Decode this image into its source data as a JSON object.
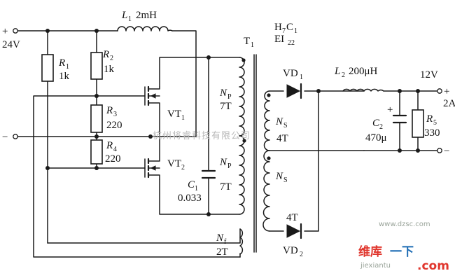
{
  "supply": {
    "plus": "+",
    "minus": "−",
    "voltage": "24V"
  },
  "components": {
    "L1": {
      "ref": "L",
      "sub": "1",
      "value": "2mH"
    },
    "L2": {
      "ref": "L",
      "sub": "2",
      "value": "200μH"
    },
    "R1": {
      "ref": "R",
      "sub": "1",
      "value": "1k"
    },
    "R2": {
      "ref": "R",
      "sub": "2",
      "value": "1k"
    },
    "R3": {
      "ref": "R",
      "sub": "3",
      "value": "220"
    },
    "R4": {
      "ref": "R",
      "sub": "4",
      "value": "220"
    },
    "R5": {
      "ref": "R",
      "sub": "5",
      "value": "330"
    },
    "VT1": {
      "ref": "VT",
      "sub": "1"
    },
    "VT2": {
      "ref": "VT",
      "sub": "2"
    },
    "C1": {
      "ref": "C",
      "sub": "1",
      "value": "0.033"
    },
    "C2": {
      "ref": "C",
      "sub": "2",
      "value": "470μ",
      "polarity": "+"
    },
    "VD1": {
      "ref": "VD",
      "sub": "1"
    },
    "VD2": {
      "ref": "VD",
      "sub": "2"
    }
  },
  "transformer": {
    "ref": "T",
    "sub": "1",
    "core_line1_a": "H",
    "core_line1_sub_a": "7",
    "core_line1_b": "C",
    "core_line1_sub_b": "1",
    "core_line2": "EI",
    "core_line2_sub": "22",
    "np_top": {
      "ref": "N",
      "sub": "P",
      "turns": "7T"
    },
    "np_bottom": {
      "ref": "N",
      "sub": "P",
      "turns": "7T"
    },
    "nf": {
      "ref": "N",
      "sub": "f",
      "turns": "2T"
    },
    "ns_top": {
      "ref": "N",
      "sub": "S",
      "turns": "4T"
    },
    "ns_bottom": {
      "ref": "N",
      "sub": "S",
      "turns": "4T"
    }
  },
  "output": {
    "voltage": "12V",
    "current": "2A",
    "plus": "+",
    "minus": "−"
  },
  "watermarks": {
    "center": "杭州将睿科技有限公司",
    "logo_left": "维库",
    "logo_right": "一下",
    "site": "www.dzsc.com",
    "site2": "jiexiantu",
    "com": ".com"
  }
}
